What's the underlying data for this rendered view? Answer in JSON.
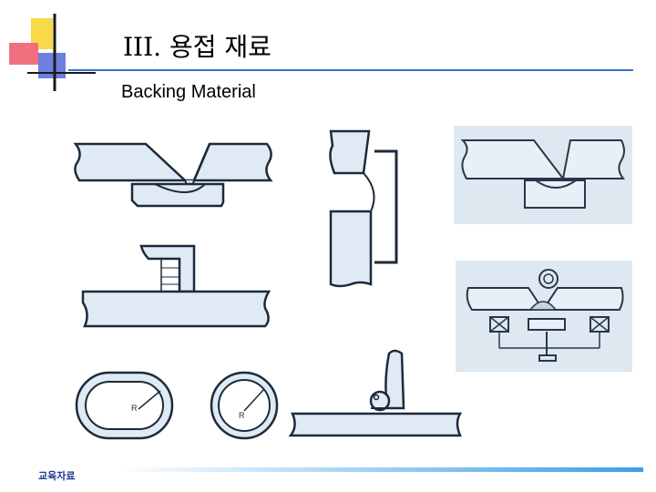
{
  "slide": {
    "title": "III. 용접 재료",
    "subtitle": "Backing Material",
    "footer_label": "교육자료"
  },
  "colors": {
    "logo_yellow": "#f7d94a",
    "logo_red": "#f07080",
    "logo_blue": "#6d7fe0",
    "accent_line": "#3a6fc8",
    "footer_gradient_start": "#ffffff",
    "footer_gradient_end": "#3b9fe8",
    "panel_fill": "#d7e5f0",
    "diagram_fill": "#dfeaf5",
    "diagram_stroke": "#1d2a3a"
  },
  "figure_labels": {
    "radius_oval": "R",
    "radius_circle": "R"
  }
}
